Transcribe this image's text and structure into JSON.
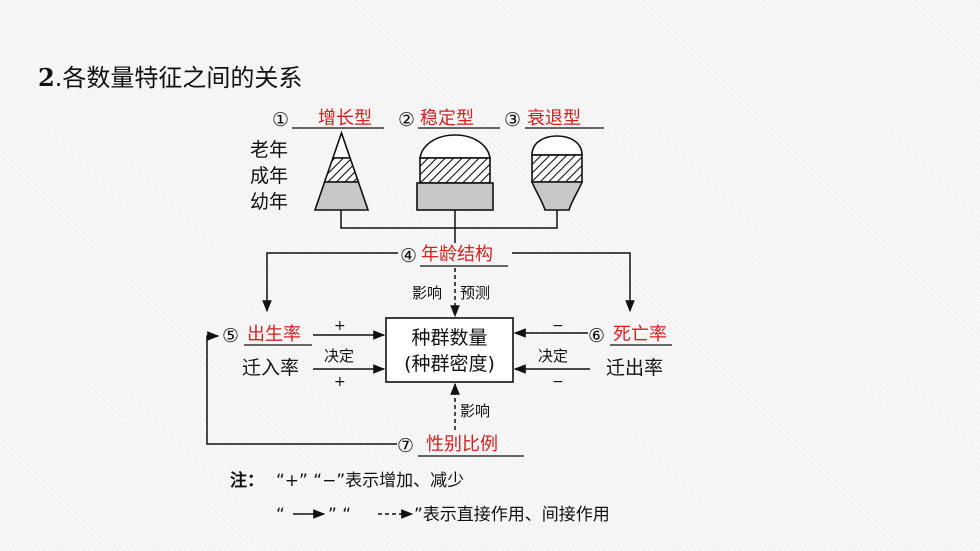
{
  "title": {
    "number": "2",
    "text": ".各数量特征之间的关系"
  },
  "types": [
    {
      "marker": "①",
      "label": "增长型"
    },
    {
      "marker": "②",
      "label": "稳定型"
    },
    {
      "marker": "③",
      "label": "衰退型"
    }
  ],
  "age_labels": [
    "老年",
    "成年",
    "幼年"
  ],
  "age_structure": {
    "marker": "④",
    "label": "年龄结构"
  },
  "influence_predict": {
    "left": "影响",
    "right": "预测"
  },
  "birth": {
    "marker": "⑤",
    "label": "出生率",
    "plus": "+"
  },
  "immigration": {
    "label": "迁入率",
    "plus": "+"
  },
  "death": {
    "marker": "⑥",
    "label": "死亡率",
    "minus": "−"
  },
  "emigration": {
    "label": "迁出率",
    "minus": "−"
  },
  "decide_left": "决定",
  "decide_right": "决定",
  "center_box": {
    "line1": "种群数量",
    "line2": "(种群密度)"
  },
  "influence_bottom": "影响",
  "sex_ratio": {
    "marker": "⑦",
    "label": "性别比例"
  },
  "note": {
    "prefix": "注：",
    "line1": "“+”  “−”表示增加、减少",
    "line2_a": "“",
    "line2_b": "”  “",
    "line2_c": "”表示直接作用、间接作用"
  }
}
